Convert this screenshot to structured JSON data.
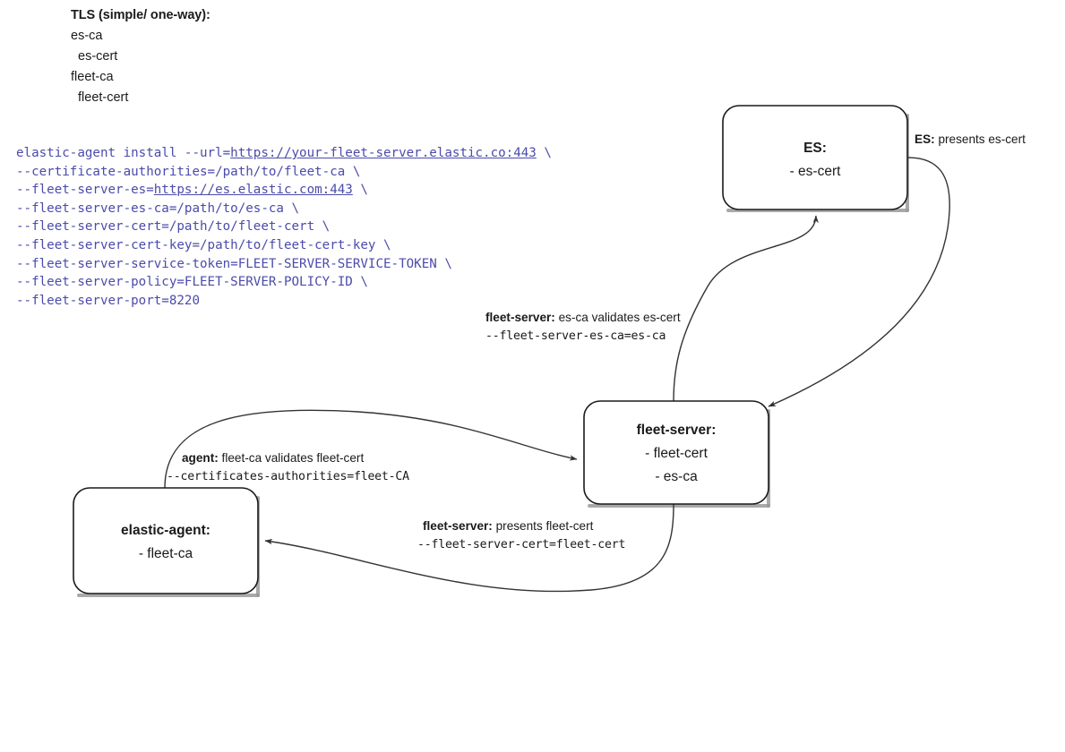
{
  "legend": {
    "title": "TLS (simple/ one-way):",
    "items": [
      {
        "text": "es-ca",
        "indent": false
      },
      {
        "text": "es-cert",
        "indent": true
      },
      {
        "text": "fleet-ca",
        "indent": false
      },
      {
        "text": "fleet-cert",
        "indent": true
      }
    ]
  },
  "command": {
    "lines": [
      [
        {
          "t": "elastic-agent install --url=",
          "link": false
        },
        {
          "t": "https://your-fleet-server.elastic.co:443",
          "link": true
        },
        {
          "t": " \\",
          "link": false
        }
      ],
      [
        {
          "t": "--certificate-authorities=/path/to/fleet-ca \\",
          "link": false
        }
      ],
      [
        {
          "t": "--fleet-server-es=",
          "link": false
        },
        {
          "t": "https://es.elastic.com:443",
          "link": true
        },
        {
          "t": " \\",
          "link": false
        }
      ],
      [
        {
          "t": "--fleet-server-es-ca=/path/to/es-ca \\",
          "link": false
        }
      ],
      [
        {
          "t": "--fleet-server-cert=/path/to/fleet-cert \\",
          "link": false
        }
      ],
      [
        {
          "t": "--fleet-server-cert-key=/path/to/fleet-cert-key \\",
          "link": false
        }
      ],
      [
        {
          "t": "--fleet-server-service-token=FLEET-SERVER-SERVICE-TOKEN \\",
          "link": false
        }
      ],
      [
        {
          "t": "--fleet-server-policy=FLEET-SERVER-POLICY-ID \\",
          "link": false
        }
      ],
      [
        {
          "t": "--fleet-server-port=8220",
          "link": false
        }
      ]
    ]
  },
  "nodes": {
    "es": {
      "title": "ES:",
      "sub": "- es-cert"
    },
    "fleet_server": {
      "title": "fleet-server:",
      "sub1": "- fleet-cert",
      "sub2": "- es-ca"
    },
    "elastic_agent": {
      "title": "elastic-agent:",
      "sub": "- fleet-ca"
    }
  },
  "edges": {
    "es_presents": {
      "strong": "ES:",
      "rest": " presents es-cert"
    },
    "fleet_validates": {
      "strong": "fleet-server:",
      "rest": " es-ca validates es-cert",
      "mono": "--fleet-server-es-ca=es-ca"
    },
    "agent_validates": {
      "strong": "agent:",
      "rest": " fleet-ca validates fleet-cert",
      "mono": "--certificates-authorities=fleet-CA"
    },
    "fleet_presents": {
      "strong": "fleet-server:",
      "rest": " presents fleet-cert",
      "mono": "--fleet-server-cert=fleet-cert"
    }
  },
  "colors": {
    "command_text": "#4b4bab",
    "node_stroke": "#1a1a1a",
    "edge_stroke": "#333333",
    "background": "#ffffff"
  }
}
